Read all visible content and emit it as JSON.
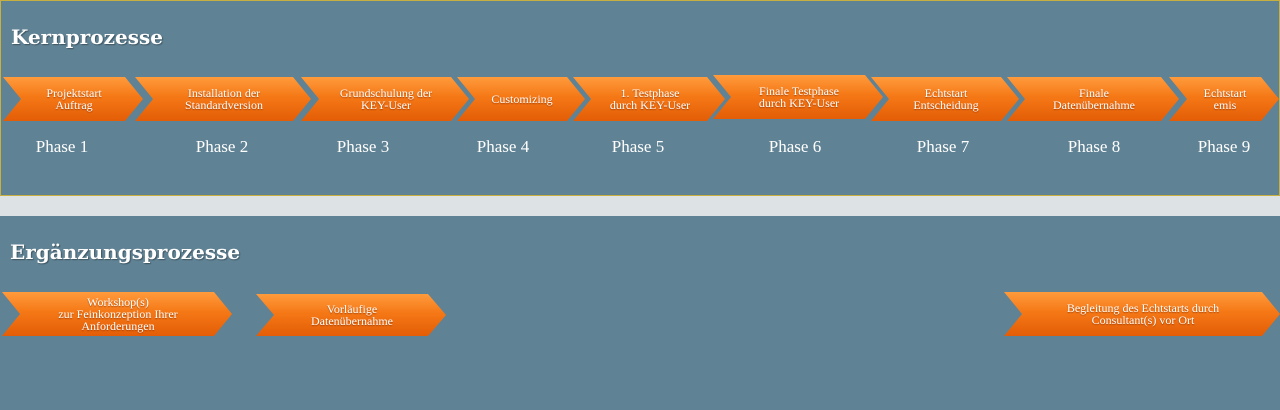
{
  "core": {
    "title": "Kernprozesse",
    "steps": [
      {
        "label": "Projektstart\nAuftrag",
        "phase": "Phase 1"
      },
      {
        "label": "Installation der\nStandardversion",
        "phase": "Phase 2"
      },
      {
        "label": "Grundschulung der\nKEY-User",
        "phase": "Phase 3"
      },
      {
        "label": "Customizing",
        "phase": "Phase 4"
      },
      {
        "label": "1. Testphase\ndurch KEY-User",
        "phase": "Phase 5"
      },
      {
        "label": "Finale Testphase\ndurch KEY-User",
        "phase": "Phase 6"
      },
      {
        "label": "Echtstart\nEntscheidung",
        "phase": "Phase 7"
      },
      {
        "label": "Finale\nDatenübernahme",
        "phase": "Phase 8"
      },
      {
        "label": "Echtstart\nemis",
        "phase": "Phase 9"
      }
    ]
  },
  "supplementary": {
    "title": "Ergänzungsprozesse",
    "steps": [
      {
        "label": "Workshop(s)\nzur Feinkonzeption Ihrer\nAnforderungen"
      },
      {
        "label": "Vorläufige\nDatenübernahme"
      },
      {
        "label": "Begleitung des Echtstarts durch\nConsultant(s) vor Ort"
      }
    ]
  },
  "colors": {
    "background": "#5f8294",
    "separator": "#dde2e5",
    "chevron": "#f57816",
    "panel_border": "#c8b040"
  }
}
